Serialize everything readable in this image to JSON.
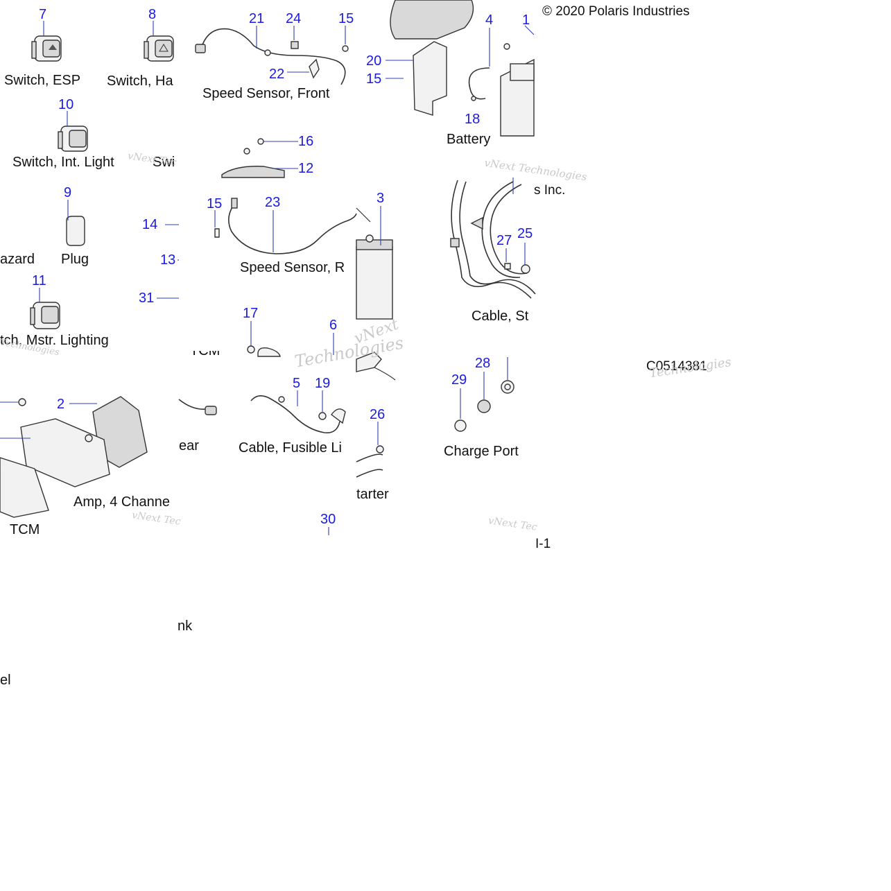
{
  "copyright": "© 2020 Polaris Industries",
  "copyright_fragment": "s Inc.",
  "figure_id": "C0514381",
  "page_ref": "I-1",
  "watermark": {
    "line1": "vNext Technologies",
    "line2": "Technologies",
    "fragment_next": "vNext",
    "fragment_tec": "vNext Tec"
  },
  "labels": {
    "switch_esp": "Switch, ESP",
    "switch_hazard": "Switch, Ha",
    "switch_int_light": "Switch, Int. Light",
    "switch_partial": "Swi",
    "hazard_tail": "azard",
    "plug": "Plug",
    "switch_mstr_lighting": "tch, Mstr. Lighting",
    "speed_sensor_front": "Speed Sensor, Front",
    "speed_sensor_rear": "Speed Sensor, R",
    "battery": "Battery",
    "cable_st": "Cable, St",
    "tcm_partial": "TCM",
    "amp_4_channel": "Amp, 4 Channe",
    "tcm": "TCM",
    "rear_partial": "ear",
    "cable_fusible_link": "Cable, Fusible Li",
    "charge_port": "Charge Port",
    "starter_partial": "tarter",
    "nk_partial": "nk",
    "el_partial": "el"
  },
  "callouts": {
    "c7": "7",
    "c8": "8",
    "c10": "10",
    "c9": "9",
    "c11": "11",
    "c21": "21",
    "c24": "24",
    "c15a": "15",
    "c22": "22",
    "c20": "20",
    "c15b": "15",
    "c4": "4",
    "c1": "1",
    "c18": "18",
    "c16": "16",
    "c12": "12",
    "c14": "14",
    "c13": "13",
    "c31": "31",
    "c15c": "15",
    "c23": "23",
    "c3": "3",
    "c27": "27",
    "c25": "25",
    "c17": "17",
    "c6": "6",
    "c2": "2",
    "c5": "5",
    "c19": "19",
    "c26": "26",
    "c28": "28",
    "c29": "29",
    "c30": "30"
  }
}
